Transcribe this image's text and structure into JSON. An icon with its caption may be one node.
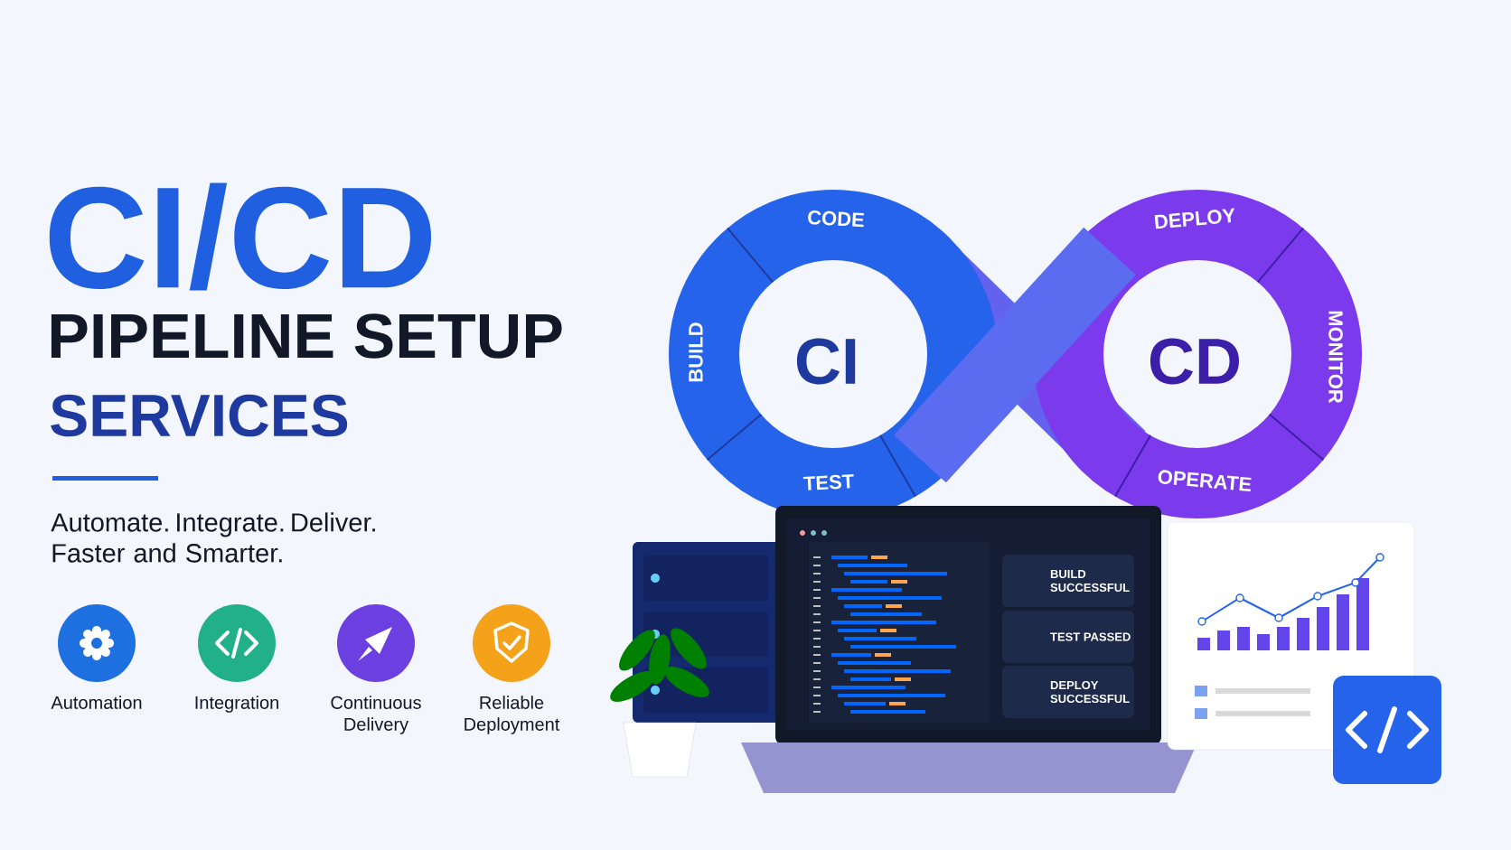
{
  "diagram": {
    "title": "CI/CD",
    "nodes": [
      {
        "text": [
          "CODE"
        ]
      },
      {
        "text": [
          "BUILD"
        ]
      },
      {
        "text": [
          "TEST"
        ]
      },
      {
        "text": [
          "DEPLOY"
        ]
      },
      {
        "text": [
          "MONITOR"
        ]
      },
      {
        "text": [
          "OPERATE"
        ]
      },
      {
        "text": [
          "BUILD SUCCESSFUL"
        ]
      },
      {
        "text": [
          "TEST PASSED"
        ]
      },
      {
        "text": [
          "DEPLOY SUCCESSFUL"
        ]
      }
    ],
    "labels": [
      "PIPELINE SETUP",
      "SERVICES",
      "Automate. Integrate. Deliver. Faster and Smarter.",
      "CI",
      "CD",
      "Automation",
      "Integration",
      "Continuous Delivery",
      "Reliable Deployment"
    ]
  }
}
